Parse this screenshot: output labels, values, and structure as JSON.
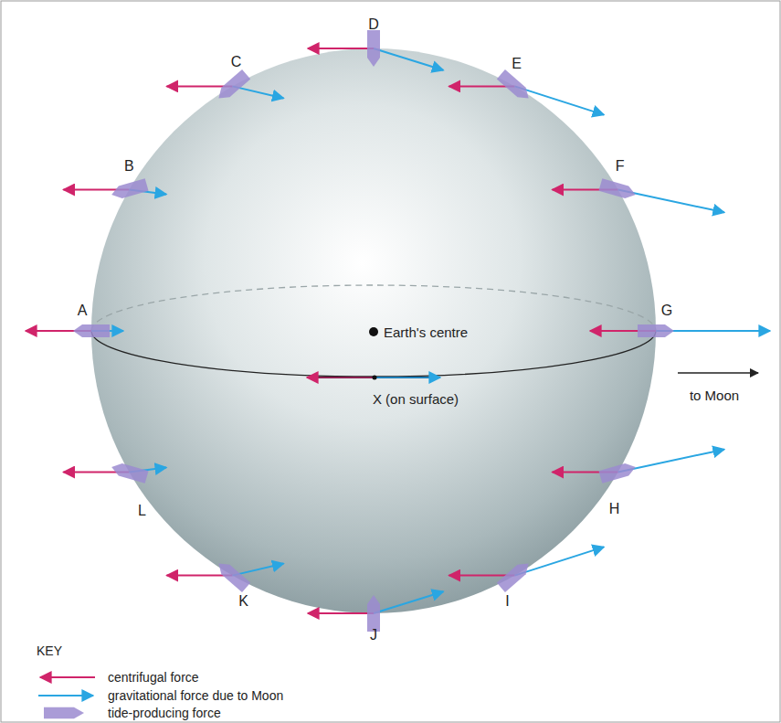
{
  "diagram": {
    "labels": [
      "A",
      "B",
      "C",
      "D",
      "E",
      "F",
      "G",
      "H",
      "I",
      "J",
      "K",
      "L",
      "Earth's centre",
      "X (on surface)",
      "to Moon",
      "KEY"
    ],
    "legend": [
      {
        "text": "centrifugal force"
      },
      {
        "text": "gravitational force due to Moon"
      },
      {
        "text": "tide-producing force"
      }
    ]
  }
}
